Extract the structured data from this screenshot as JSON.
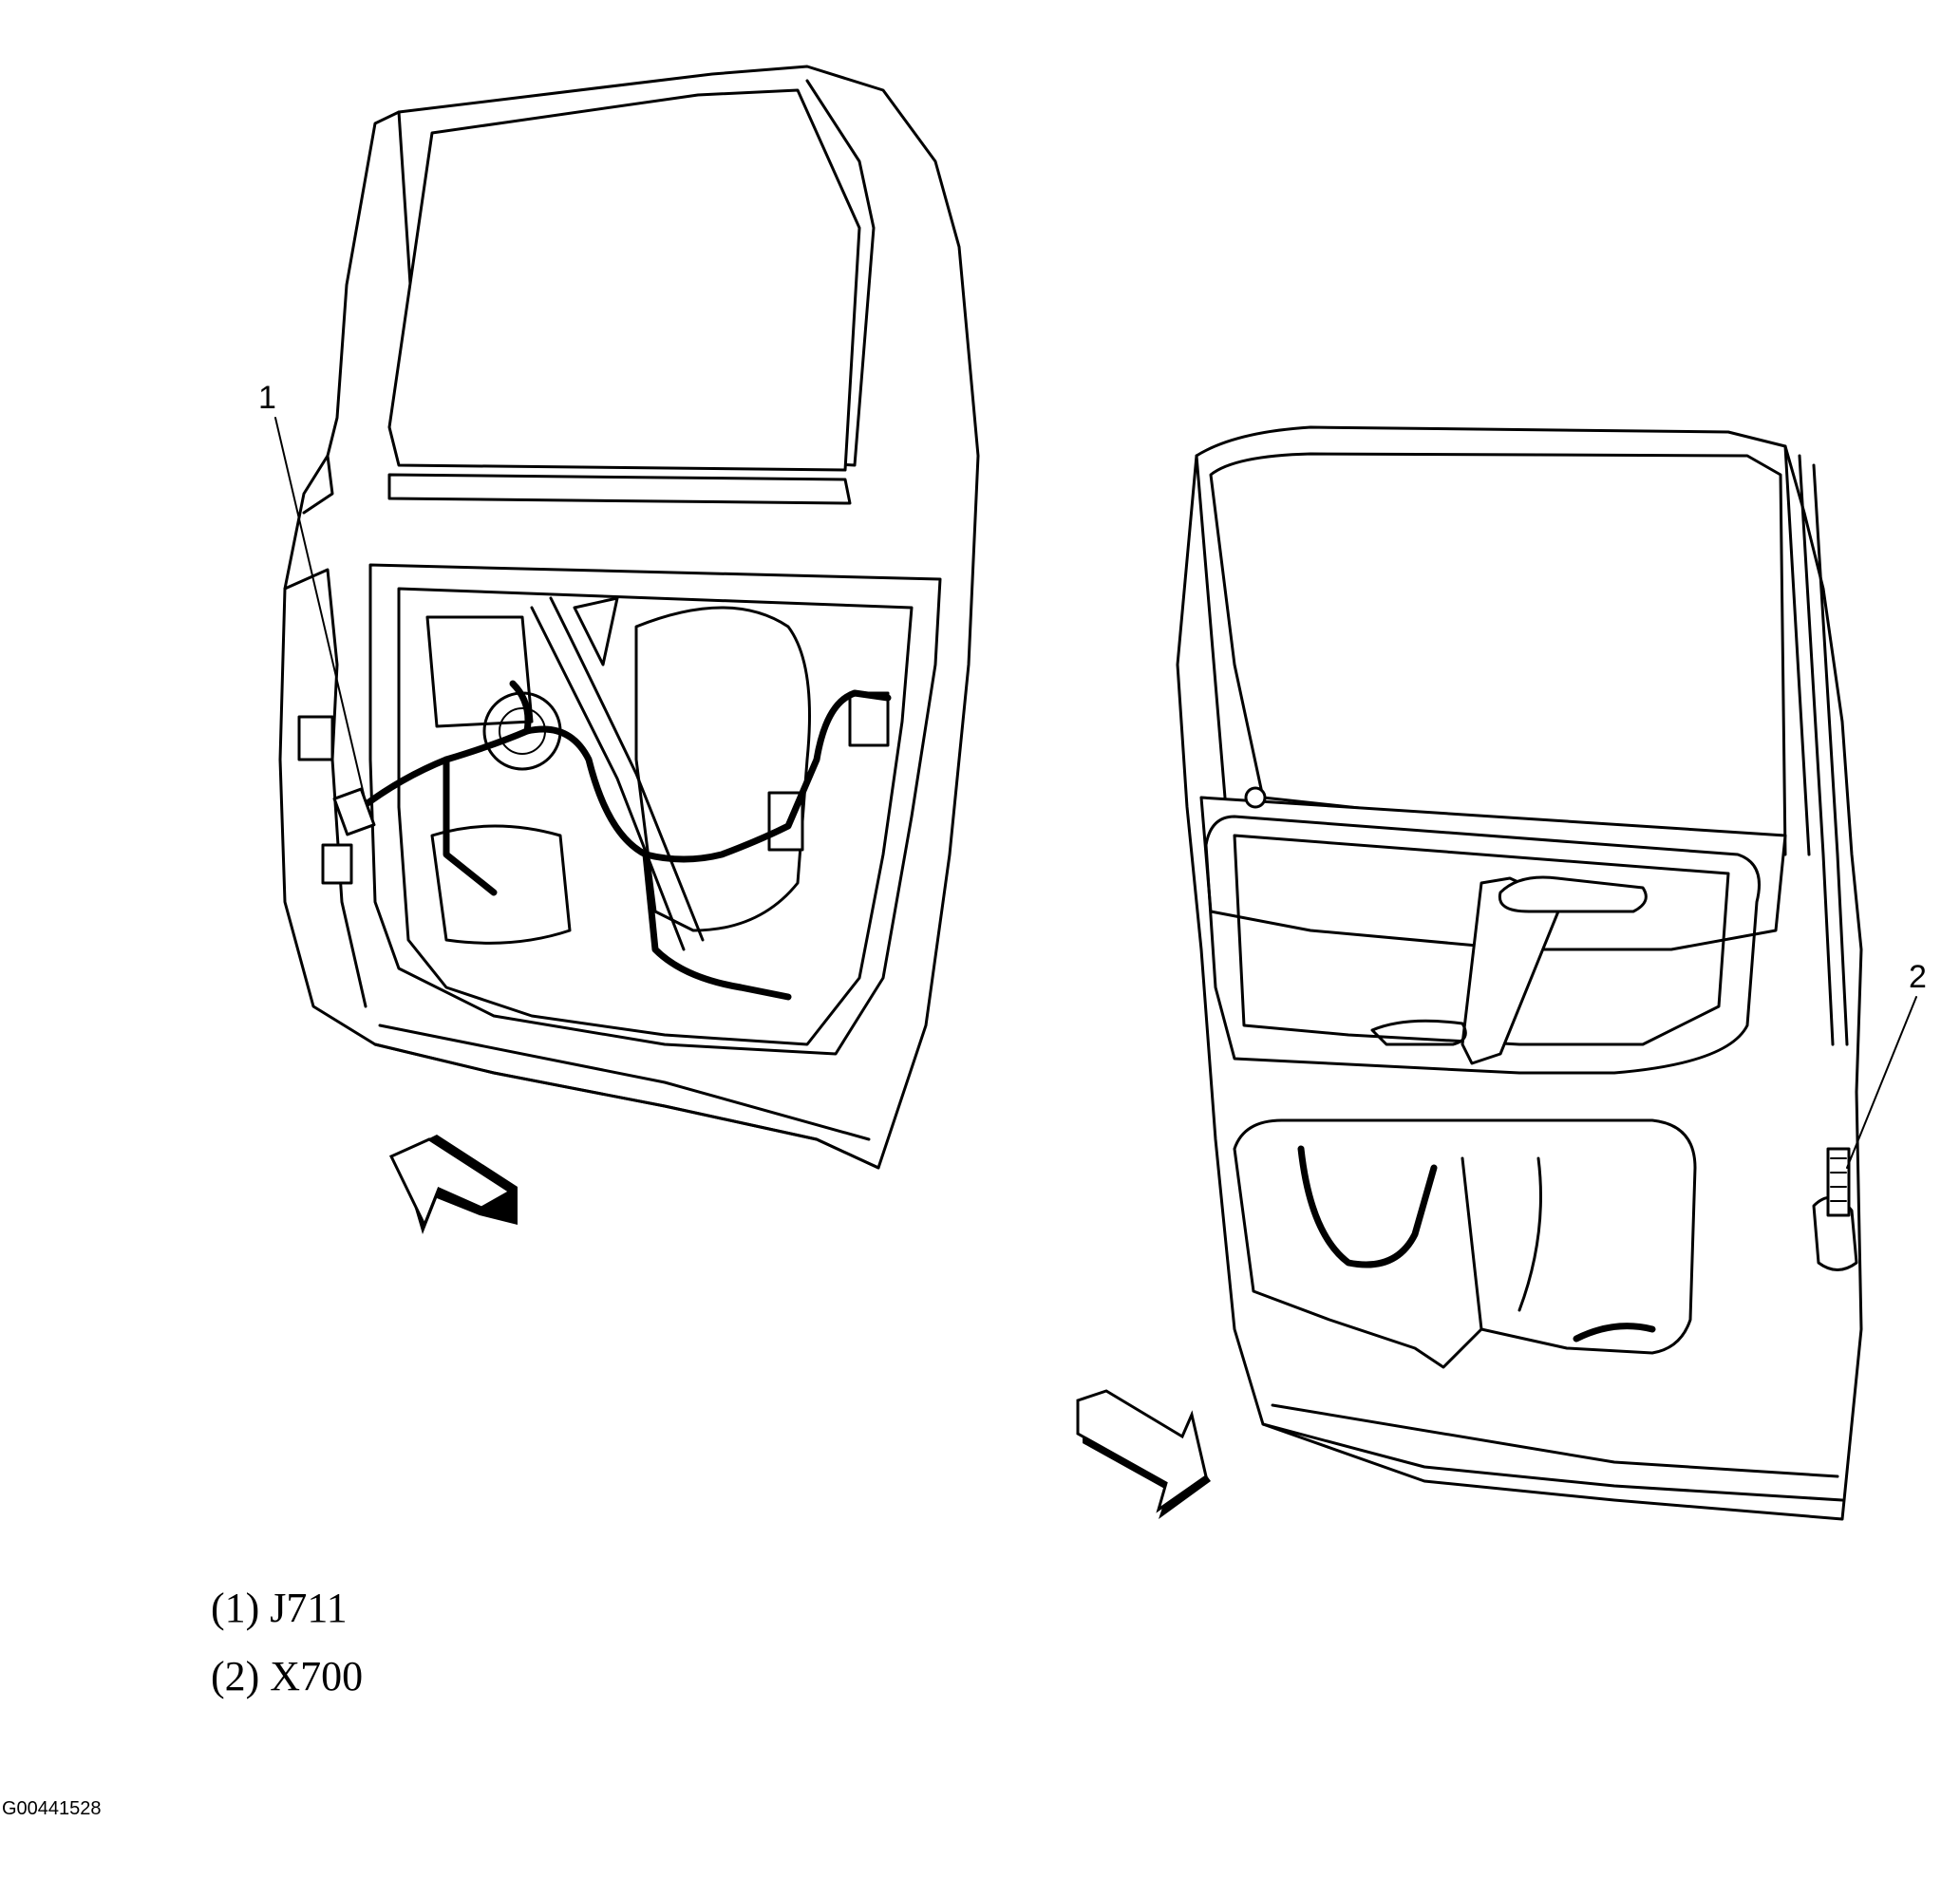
{
  "callouts": [
    {
      "number": "1",
      "code": "J711"
    },
    {
      "number": "2",
      "code": "X700"
    }
  ],
  "legend": [
    "(1) J711",
    "(2) X700"
  ],
  "figure_id": "G00441528"
}
